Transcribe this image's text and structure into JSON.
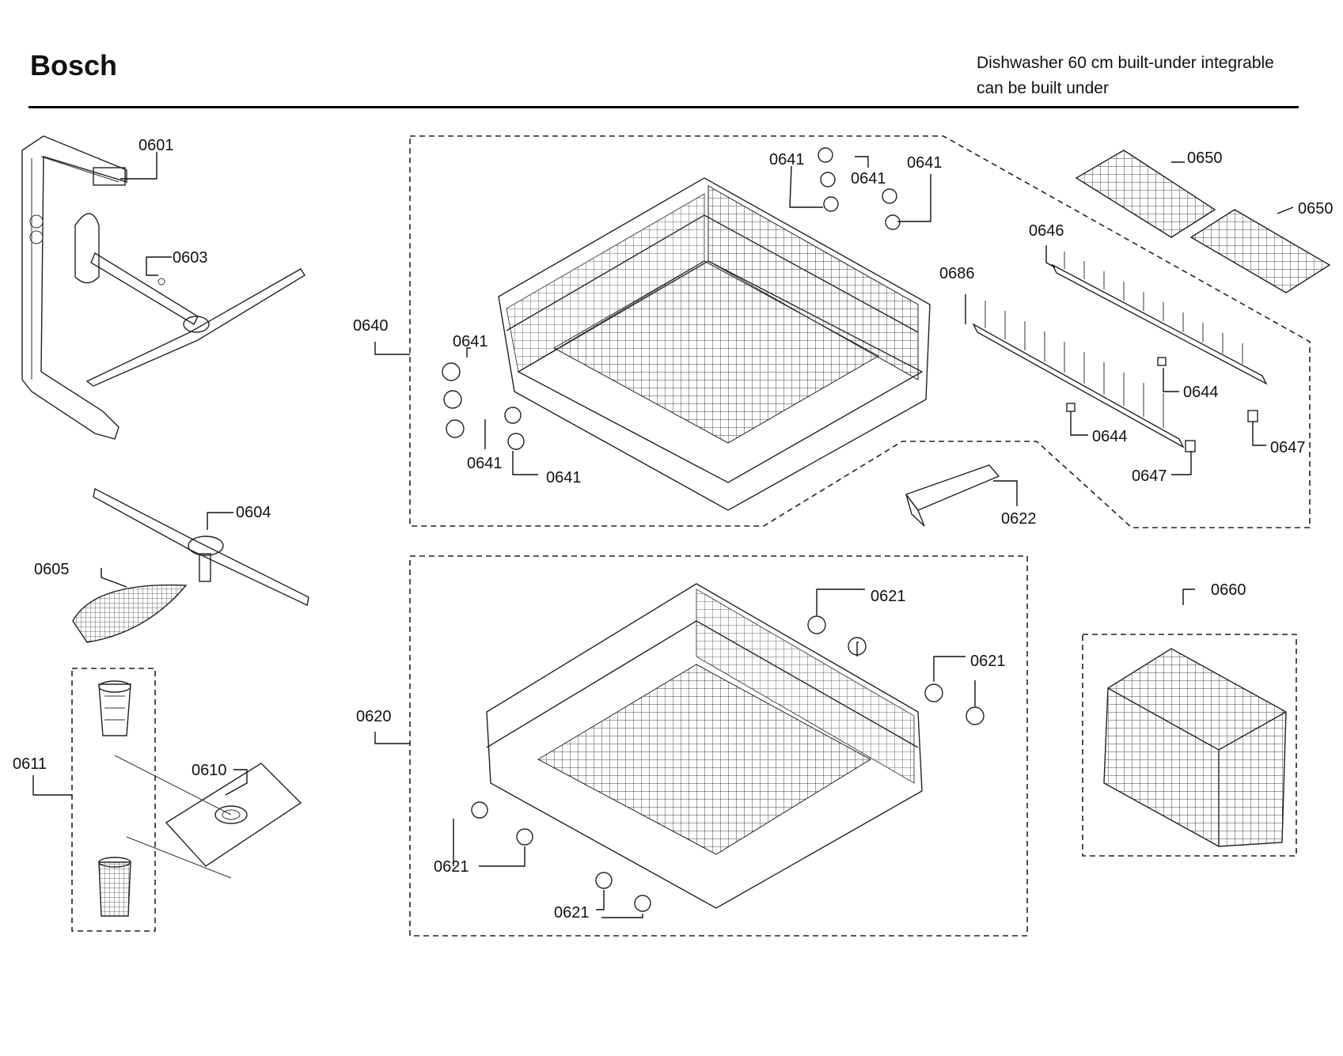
{
  "header": {
    "brand": "Bosch",
    "subtitle_line1": "Dishwasher 60 cm built-under integrable",
    "subtitle_line2": "can be built under"
  },
  "callouts": {
    "c0601": "0601",
    "c0603": "0603",
    "c0604": "0604",
    "c0605": "0605",
    "c0610": "0610",
    "c0611": "0611",
    "c0620": "0620",
    "c0621a": "0621",
    "c0621b": "0621",
    "c0621c": "0621",
    "c0621d": "0621",
    "c0622": "0622",
    "c0640": "0640",
    "c0641a": "0641",
    "c0641b": "0641",
    "c0641c": "0641",
    "c0641d": "0641",
    "c0641e": "0641",
    "c0641f": "0641",
    "c0644a": "0644",
    "c0644b": "0644",
    "c0646": "0646",
    "c0647a": "0647",
    "c0647b": "0647",
    "c0650a": "0650",
    "c0650b": "0650",
    "c0660": "0660",
    "c0686": "0686"
  }
}
